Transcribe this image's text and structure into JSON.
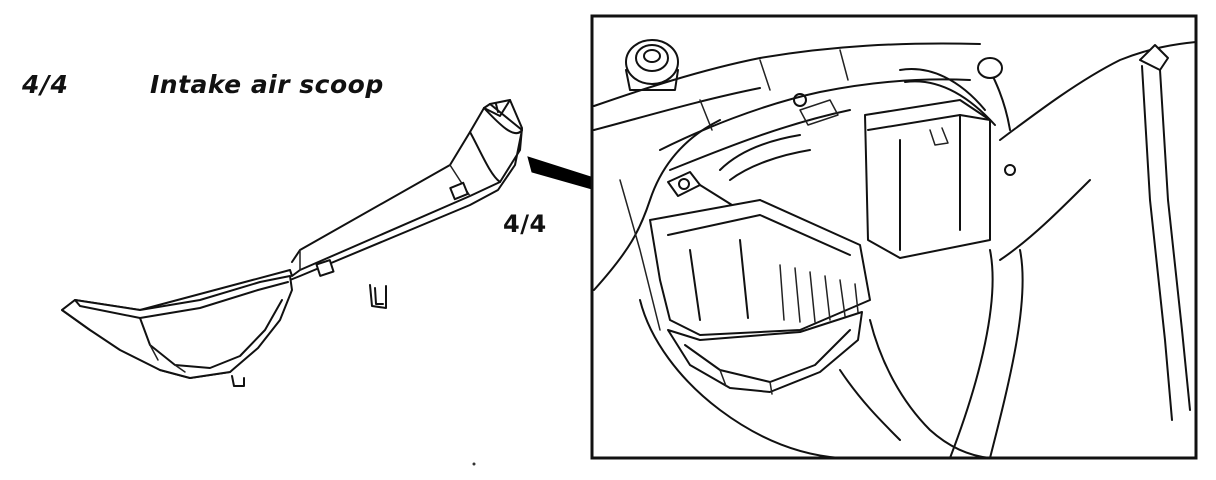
{
  "part": {
    "ref_number": "4/4",
    "name": "Intake air scoop"
  },
  "callout": {
    "label": "4/4"
  }
}
